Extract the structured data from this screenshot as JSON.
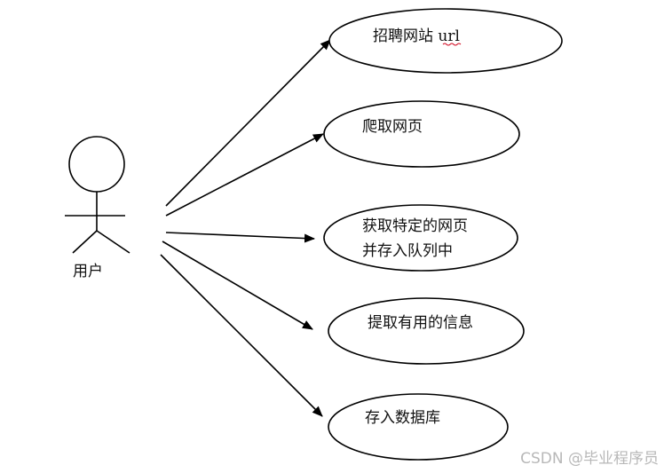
{
  "actor": {
    "label": "用户"
  },
  "use_cases": [
    {
      "id": "uc1",
      "lines": [
        "招聘网站 url"
      ]
    },
    {
      "id": "uc2",
      "lines": [
        "爬取网页"
      ]
    },
    {
      "id": "uc3",
      "lines": [
        "获取特定的网页",
        "并存入队列中"
      ]
    },
    {
      "id": "uc4",
      "lines": [
        "提取有用的信息"
      ]
    },
    {
      "id": "uc5",
      "lines": [
        "存入数据库"
      ]
    }
  ],
  "watermark": "CSDN @毕业程序员",
  "colors": {
    "stroke": "#000000",
    "text": "#111111",
    "watermark": "#b8b8b8",
    "spellcheck": "#d0021b"
  }
}
